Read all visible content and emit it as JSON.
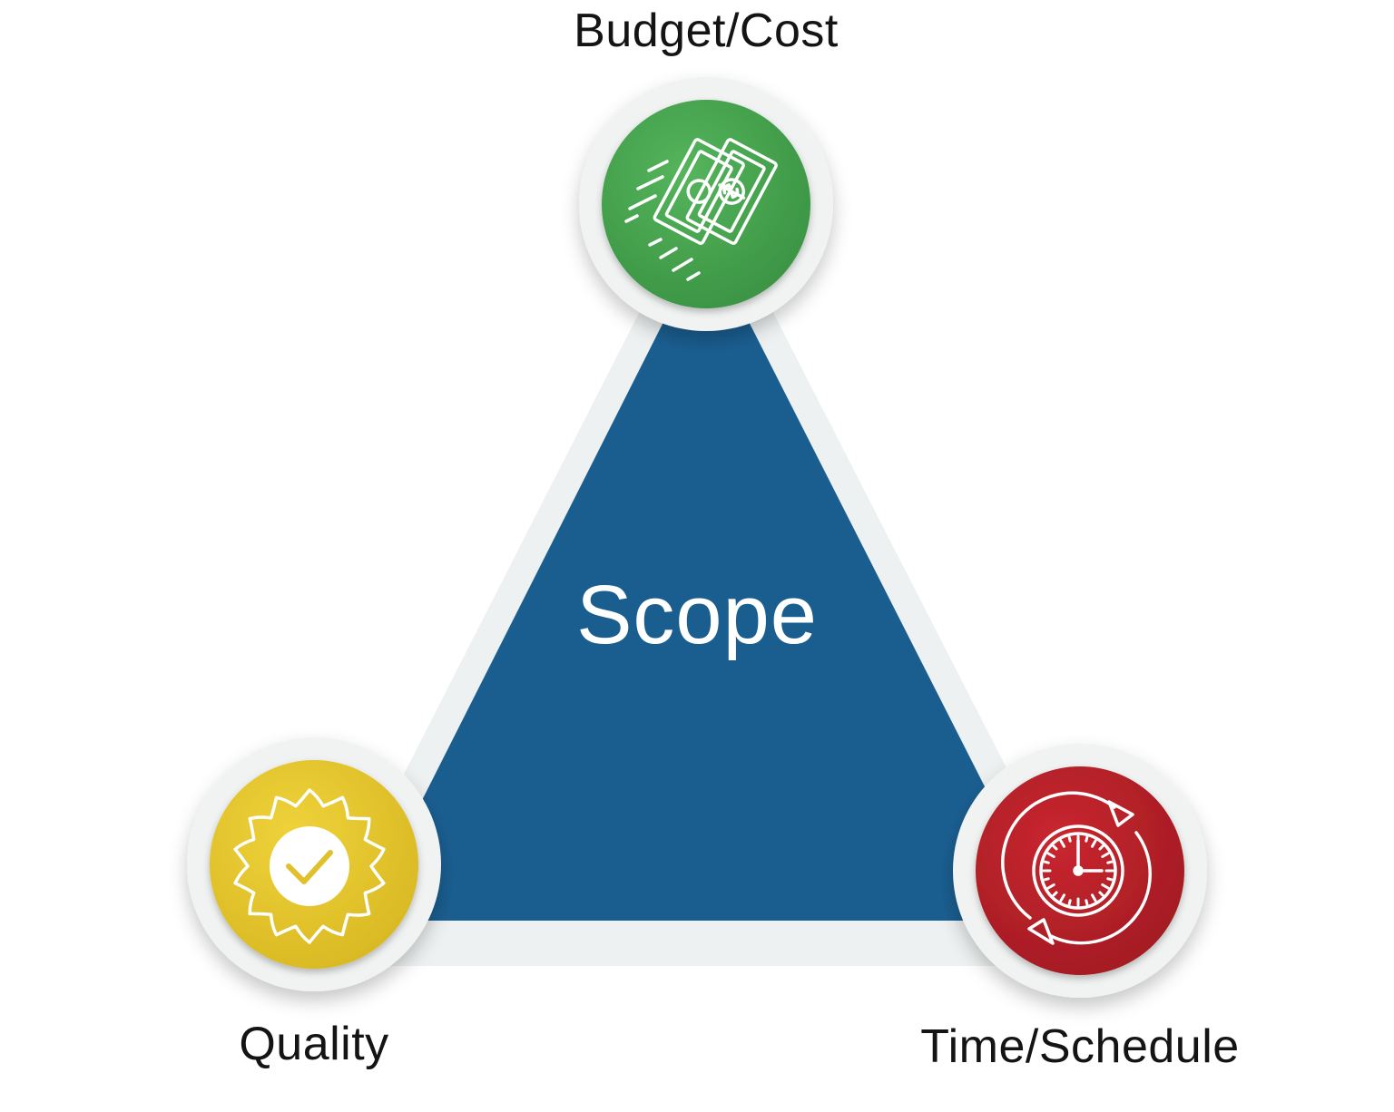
{
  "diagram": {
    "center_label": "Scope",
    "nodes": [
      {
        "id": "budget",
        "label": "Budget/Cost",
        "icon": "money-bills-icon",
        "color": "#46a74f"
      },
      {
        "id": "quality",
        "label": "Quality",
        "icon": "quality-badge-check-icon",
        "color": "#e3c52c"
      },
      {
        "id": "time",
        "label": "Time/Schedule",
        "icon": "clock-cycle-icon",
        "color": "#b8222a"
      }
    ]
  },
  "colors": {
    "triangle": "#1a5e90",
    "triangle_border": "#eef1f1",
    "ring": "#f1f3f3"
  }
}
